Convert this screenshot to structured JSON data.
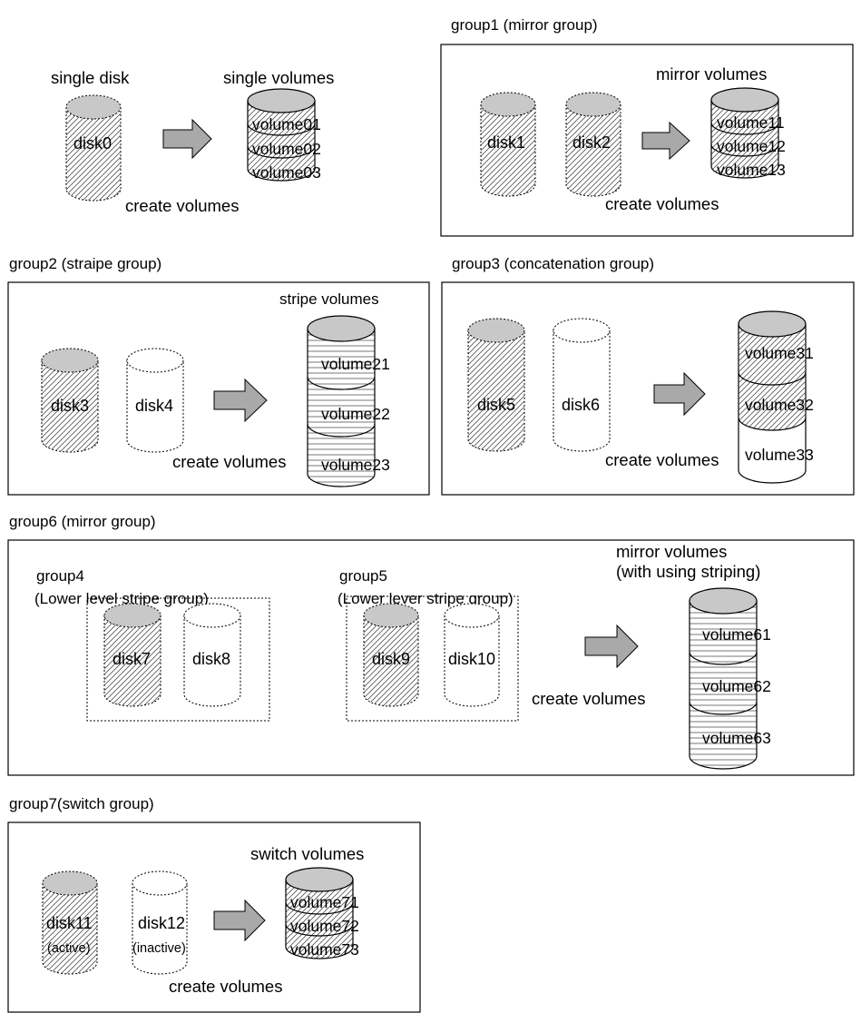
{
  "colors": {
    "hatch_stroke": "#555555",
    "top_fill": "#c8c8c8",
    "arrow_fill": "#a9a9a9",
    "frame_stroke": "#000000"
  },
  "top": {
    "single_disk_title": "single disk",
    "single_volumes_title": "single volumes",
    "disk": "disk0",
    "volumes": [
      "volume01",
      "volume02",
      "volume03"
    ],
    "caption": "create volumes"
  },
  "group1": {
    "title": "group1 (mirror group)",
    "volumes_title": "mirror volumes",
    "disks": [
      "disk1",
      "disk2"
    ],
    "volumes": [
      "volume11",
      "volume12",
      "volume13"
    ],
    "caption": "create volumes"
  },
  "group2": {
    "title": "group2  (straipe group)",
    "volumes_title": "stripe volumes",
    "disks": [
      "disk3",
      "disk4"
    ],
    "volumes": [
      "volume21",
      "volume22",
      "volume23"
    ],
    "caption": "create volumes"
  },
  "group3": {
    "title": "group3  (concatenation group)",
    "disks": [
      "disk5",
      "disk6"
    ],
    "volumes": [
      "volume31",
      "volume32",
      "volume33"
    ],
    "caption": "create volumes"
  },
  "group6": {
    "title": "group6  (mirror group)",
    "volumes_title_line1": "mirror volumes",
    "volumes_title_line2": "(with using striping)",
    "group4_title": "group4",
    "group4_subtitle": "(Lower level stripe group)",
    "group5_title": "group5",
    "group5_subtitle": "(Lower lever stripe group)",
    "disks": [
      "disk7",
      "disk8",
      "disk9",
      "disk10"
    ],
    "volumes": [
      "volume61",
      "volume62",
      "volume63"
    ],
    "caption": "create volumes"
  },
  "group7": {
    "title": "group7(switch group)",
    "volumes_title": "switch volumes",
    "disks": [
      "disk11",
      "disk12"
    ],
    "disk_states": [
      "(active)",
      "(inactive)"
    ],
    "volumes": [
      "volume71",
      "volume72",
      "volume73"
    ],
    "caption": "create volumes"
  }
}
